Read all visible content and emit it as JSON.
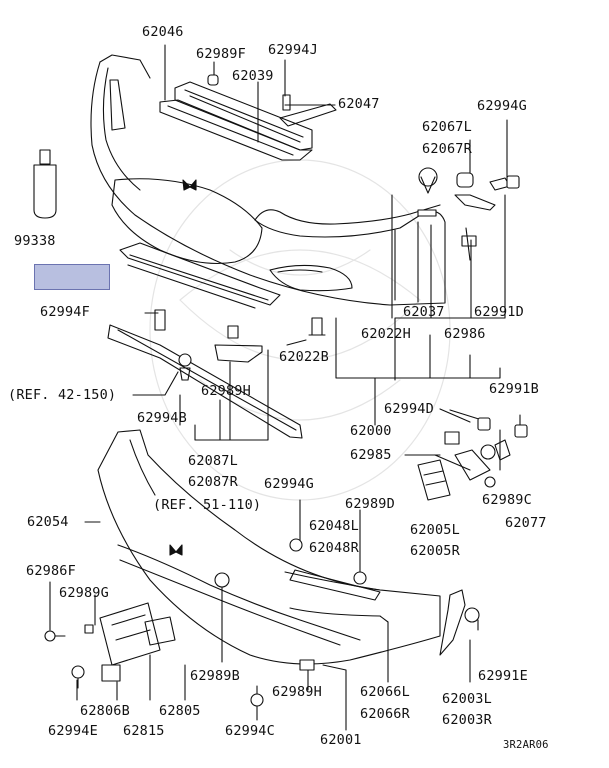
{
  "labels": {
    "p62046": "62046",
    "p62989F": "62989F",
    "p62994J": "62994J",
    "p62039": "62039",
    "p62047": "62047",
    "p62994G_top": "62994G",
    "p62067L": "62067L",
    "p62067R": "62067R",
    "p99338": "99338",
    "p62994F": "62994F",
    "p62022H": "62022H",
    "p62037": "62037",
    "p62991D": "62991D",
    "p62022B": "62022B",
    "p62986": "62986",
    "ref42": "(REF. 42-150)",
    "p62989H_top": "62989H",
    "p62994B": "62994B",
    "p62991B": "62991B",
    "p62994D": "62994D",
    "p62000": "62000",
    "p62985": "62985",
    "p62087L": "62087L",
    "p62087R": "62087R",
    "p62994G_mid": "62994G",
    "ref51": "(REF. 51-110)",
    "p62989C": "62989C",
    "p62989D": "62989D",
    "p62077": "62077",
    "p62054": "62054",
    "p62048L": "62048L",
    "p62048R": "62048R",
    "p62005L": "62005L",
    "p62005R": "62005R",
    "p62986F": "62986F",
    "p62989G": "62989G",
    "p62991E": "62991E",
    "p62989B": "62989B",
    "p62989H_bot": "62989H",
    "p62066L": "62066L",
    "p62066R": "62066R",
    "p62003L": "62003L",
    "p62003R": "62003R",
    "p62994E": "62994E",
    "p62806B": "62806B",
    "p62805": "62805",
    "p62815": "62815",
    "p62994C": "62994C",
    "p62001": "62001",
    "code": "3R2AR06"
  },
  "colors": {
    "highlight_fill": "#b8bfe0",
    "highlight_border": "#6b73b0",
    "line": "#111111"
  }
}
